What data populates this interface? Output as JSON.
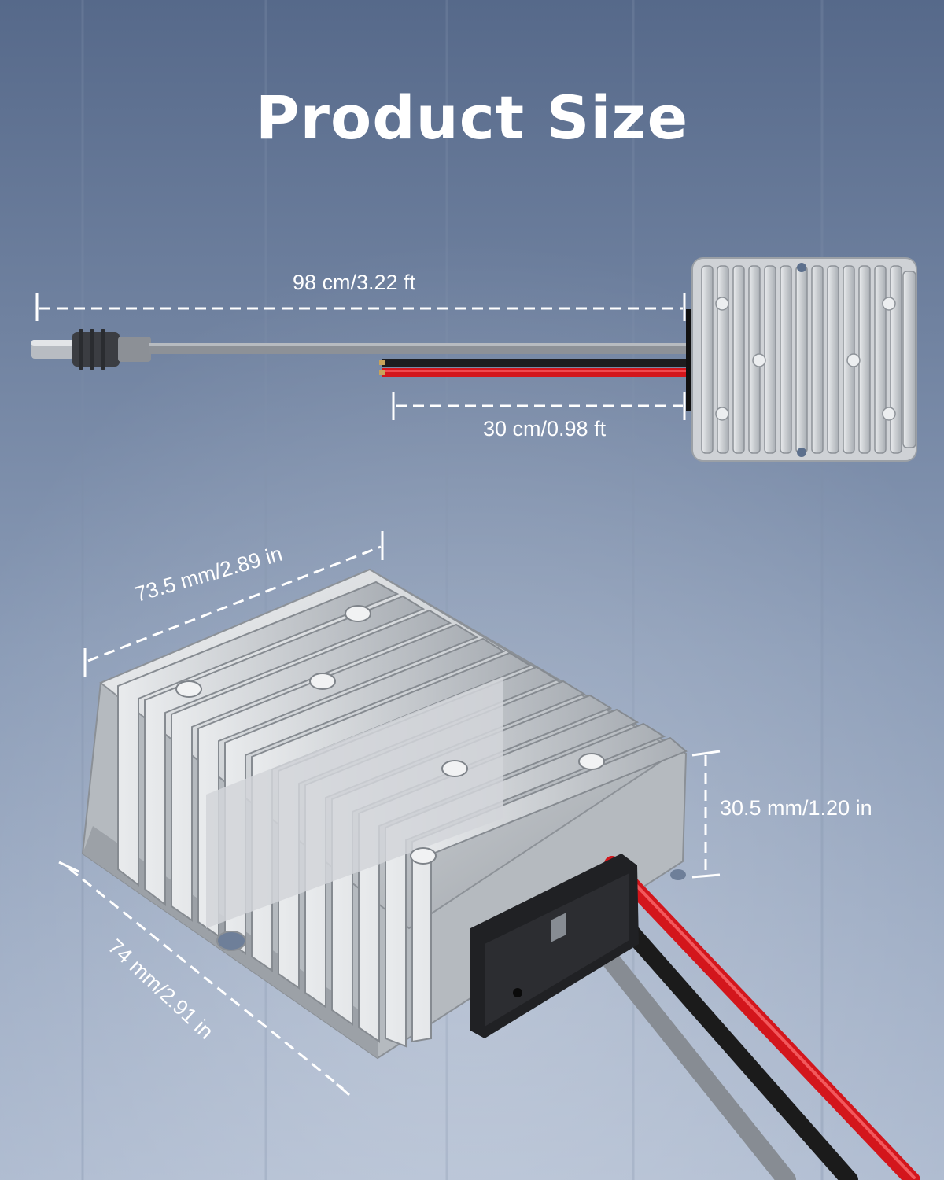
{
  "title": "Product Size",
  "dimensions": {
    "cable_length": "98 cm/3.22 ft",
    "wire_length": "30 cm/0.98 ft",
    "module_length": "73.5 mm/2.89 in",
    "module_width": "74 mm/2.91 in",
    "module_height": "30.5 mm/1.20 in"
  },
  "colors": {
    "background_top": "#5b6f88",
    "background_bottom": "#a9b8cc",
    "housing": "#c9cdd1",
    "wire_red": "#d3161c",
    "wire_black": "#1b1b1b",
    "wire_gray": "#8a8e94"
  }
}
